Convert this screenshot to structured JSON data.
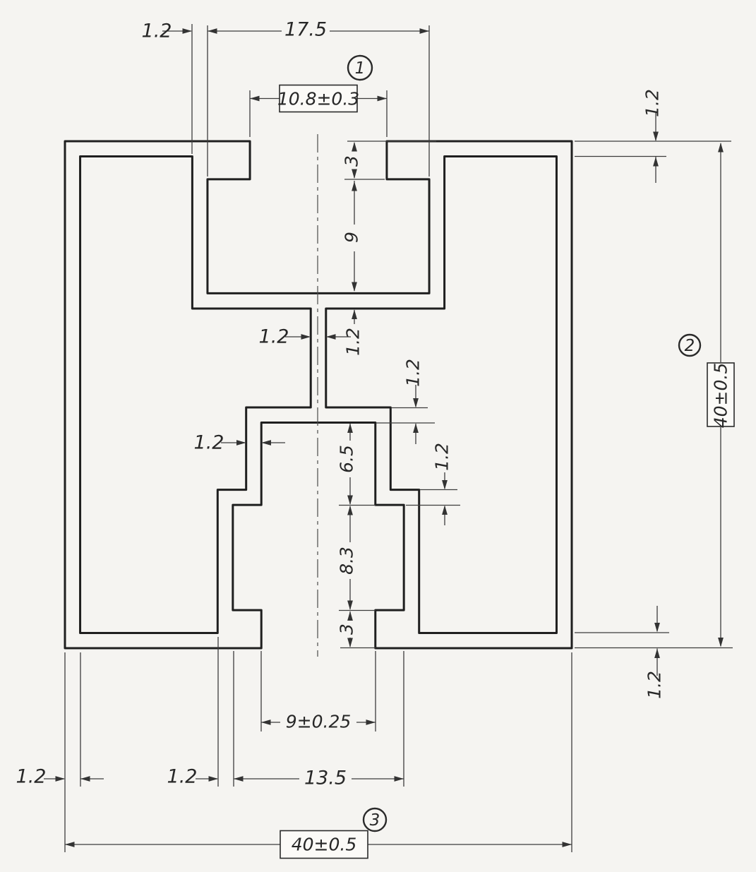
{
  "balloons": {
    "one": "1",
    "two": "2",
    "three": "3"
  },
  "dims": {
    "cavity_side_wall": "1.2",
    "slot_cavity_width": "17.5",
    "slot_opening_width": "10.8±0.3",
    "top_wall": "1.2",
    "slot_lip_depth": "3",
    "slot_cavity_depth": "9",
    "slot_floor": "1.2",
    "center_web": "1.2",
    "channel_roof": "1.2",
    "channel_step": "1.2",
    "channel_upper_wall": "1.2",
    "channel_upper_depth": "6.5",
    "channel_mid_depth": "8.3",
    "channel_lip_depth": "3",
    "overall_height": "40±0.5",
    "bottom_wall": "1.2",
    "channel_opening_width": "9±0.25",
    "channel_cavity_width": "13.5",
    "left_wall": "1.2",
    "channel_outer_wall": "1.2",
    "overall_width": "40±0.5"
  },
  "colors": {
    "paper": "#f5f4f1",
    "line": "#1f1f1f",
    "thin_line": "#3c3c3c"
  }
}
